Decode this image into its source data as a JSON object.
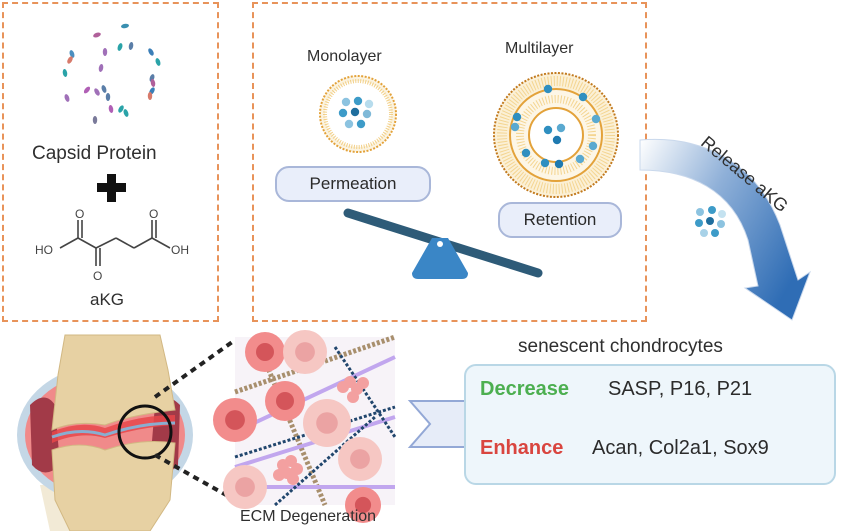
{
  "panel_left": {
    "capsid_label": "Capsid Protein",
    "plus_symbol": "+",
    "molecule": {
      "left_group": "HO",
      "right_group": "OH",
      "carbonyl_o": "O",
      "name": "aKG"
    }
  },
  "panel_middle": {
    "monolayer_label": "Monolayer",
    "multilayer_label": "Multilayer",
    "permeation_label": "Permeation",
    "retention_label": "Retention"
  },
  "release_arrow": {
    "label": "Release aKG"
  },
  "bottom": {
    "ecm_label": "ECM Degeneration",
    "result_title": "senescent chondrocytes",
    "decrease": {
      "label": "Decrease",
      "targets": "SASP, P16, P21"
    },
    "enhance": {
      "label": "Enhance",
      "targets": "Acan, Col2a1, Sox9"
    }
  },
  "colors": {
    "dash_border": "#e8935a",
    "decrease": "#4caf50",
    "enhance": "#d9453f",
    "arrow_blue": "#2f6db5",
    "seesaw": "#2e5b78",
    "fulcrum": "#3a86c6",
    "lipid": "#e3a23a"
  }
}
